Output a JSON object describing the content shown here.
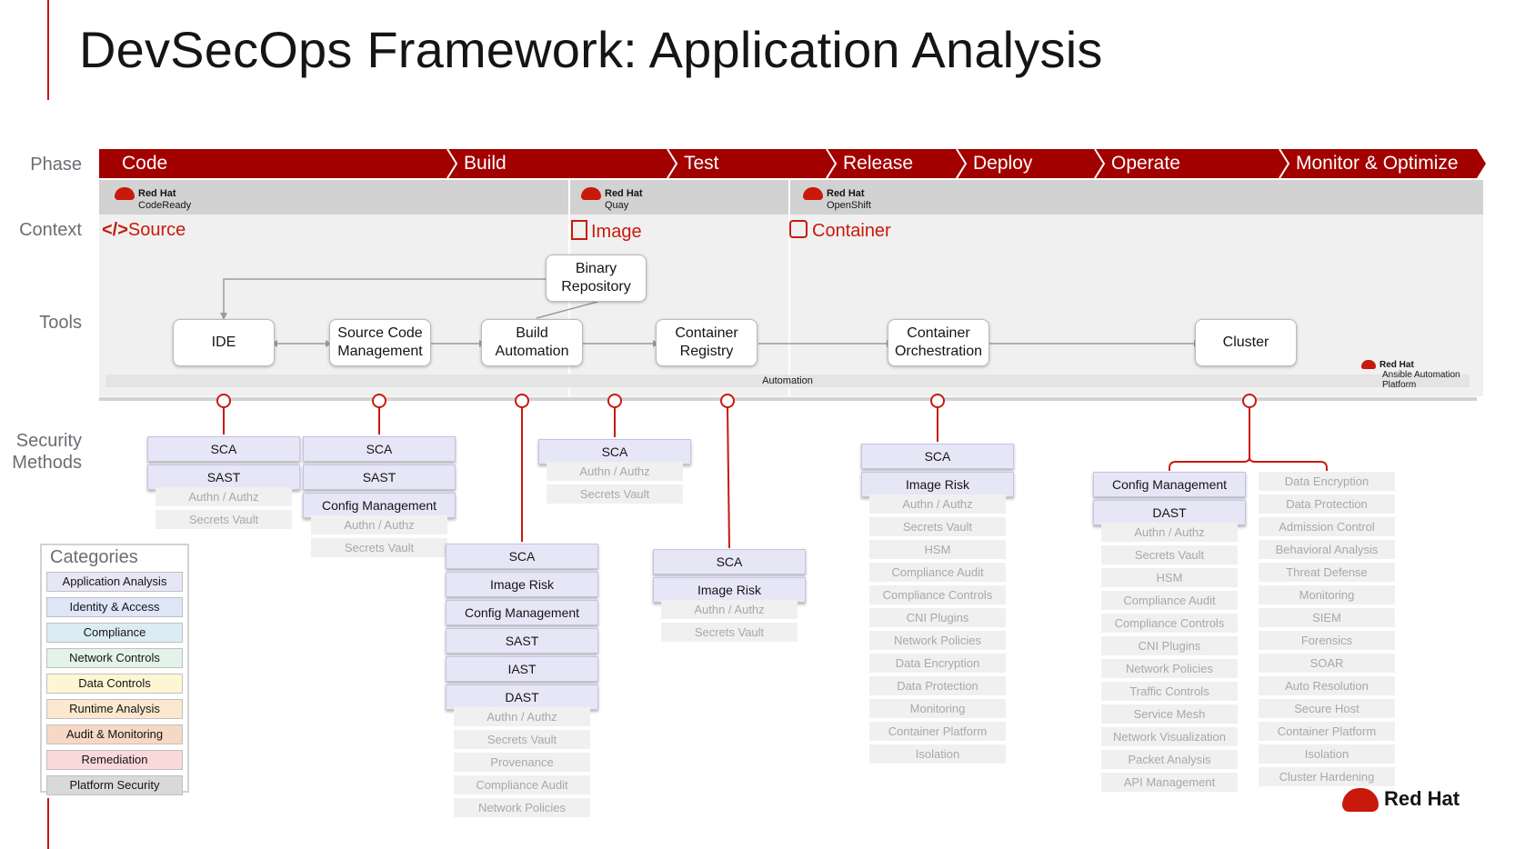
{
  "title": "DevSecOps Framework: Application Analysis",
  "row_labels": {
    "phase": "Phase",
    "context": "Context",
    "tools": "Tools",
    "security_methods_1": "Security",
    "security_methods_2": "Methods"
  },
  "phases": [
    "Code",
    "Build",
    "Test",
    "Release",
    "Deploy",
    "Operate",
    "Monitor & Optimize"
  ],
  "products": [
    {
      "brand": "Red Hat",
      "name": "CodeReady"
    },
    {
      "brand": "Red Hat",
      "name": "Quay"
    },
    {
      "brand": "Red Hat",
      "name": "OpenShift"
    }
  ],
  "contexts": {
    "source": "Source",
    "image": "Image",
    "container": "Container"
  },
  "tools": {
    "ide": "IDE",
    "scm_1": "Source Code",
    "scm_2": "Management",
    "build_1": "Build",
    "build_2": "Automation",
    "binrepo_1": "Binary",
    "binrepo_2": "Repository",
    "registry_1": "Container",
    "registry_2": "Registry",
    "orch_1": "Container",
    "orch_2": "Orchestration",
    "cluster": "Cluster"
  },
  "automation_label": "Automation",
  "ansible": {
    "brand": "Red Hat",
    "name_1": "Ansible Automation",
    "name_2": "Platform"
  },
  "methods": {
    "ide": {
      "highlighted": [
        "SCA",
        "SAST"
      ],
      "other": [
        "Authn / Authz",
        "Secrets Vault"
      ]
    },
    "scm": {
      "highlighted": [
        "SCA",
        "SAST",
        "Config Management"
      ],
      "other": [
        "Authn / Authz",
        "Secrets Vault"
      ]
    },
    "build": {
      "highlighted": [
        "SCA",
        "Image Risk",
        "Config Management",
        "SAST",
        "IAST",
        "DAST"
      ],
      "other": [
        "Authn / Authz",
        "Secrets Vault",
        "Provenance",
        "Compliance Audit",
        "Network Policies"
      ]
    },
    "binrepo": {
      "highlighted": [
        "SCA"
      ],
      "other": [
        "Authn / Authz",
        "Secrets Vault"
      ]
    },
    "registry": {
      "highlighted": [
        "SCA",
        "Image Risk"
      ],
      "other": [
        "Authn / Authz",
        "Secrets Vault"
      ]
    },
    "orch": {
      "highlighted": [
        "SCA",
        "Image Risk"
      ],
      "other": [
        "Authn / Authz",
        "Secrets Vault",
        "HSM",
        "Compliance Audit",
        "Compliance Controls",
        "CNI Plugins",
        "Network Policies",
        "Data Encryption",
        "Data Protection",
        "Monitoring",
        "Container Platform",
        "Isolation"
      ]
    },
    "cluster_a": {
      "highlighted": [
        "Config Management",
        "DAST"
      ],
      "other": [
        "Authn / Authz",
        "Secrets Vault",
        "HSM",
        "Compliance Audit",
        "Compliance Controls",
        "CNI Plugins",
        "Network Policies",
        "Traffic Controls",
        "Service Mesh",
        "Network Visualization",
        "Packet Analysis",
        "API Management"
      ]
    },
    "cluster_b": {
      "highlighted": [],
      "other": [
        "Data Encryption",
        "Data Protection",
        "Admission Control",
        "Behavioral Analysis",
        "Threat Defense",
        "Monitoring",
        "SIEM",
        "Forensics",
        "SOAR",
        "Auto Resolution",
        "Secure Host",
        "Container Platform",
        "Isolation",
        "Cluster Hardening"
      ]
    }
  },
  "categories": {
    "title": "Categories",
    "items": [
      {
        "label": "Application Analysis",
        "color": "#e7e6f6"
      },
      {
        "label": "Identity & Access",
        "color": "#dfe6f7"
      },
      {
        "label": "Compliance",
        "color": "#dcecf4"
      },
      {
        "label": "Network Controls",
        "color": "#e4f3ea"
      },
      {
        "label": "Data Controls",
        "color": "#fdf6d3"
      },
      {
        "label": "Runtime Analysis",
        "color": "#fbe8cf"
      },
      {
        "label": "Audit & Monitoring",
        "color": "#f6d8c4"
      },
      {
        "label": "Remediation",
        "color": "#f9d9d9"
      },
      {
        "label": "Platform Security",
        "color": "#d9d9d9"
      }
    ]
  },
  "footer_logo": "Red Hat"
}
